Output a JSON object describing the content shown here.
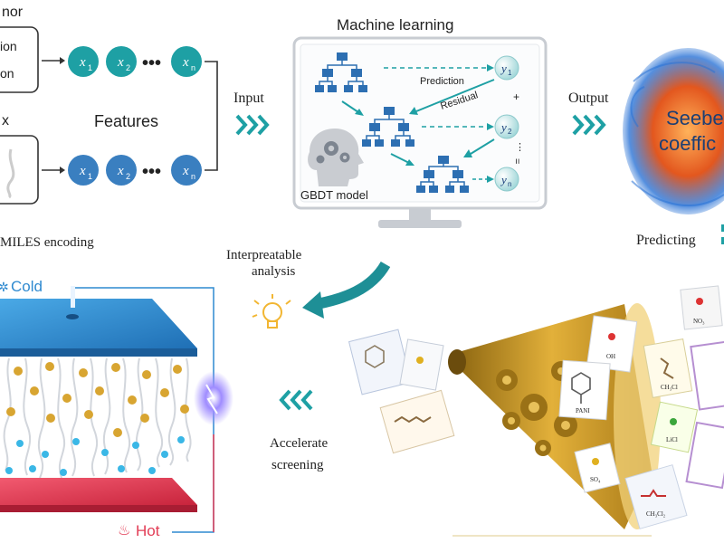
{
  "features_panel": {
    "donor_label": "nor",
    "donor_lines": [
      "ion",
      "on"
    ],
    "matrix_label": "x",
    "features_label": "Features",
    "smiles_label": "MILES encoding",
    "x1": "x",
    "x2": "x",
    "xn": "x",
    "sub1": "1",
    "sub2": "2",
    "subn": "n",
    "dots": "•••"
  },
  "arrows": {
    "input_label": "Input",
    "output_label": "Output"
  },
  "ml_panel": {
    "title": "Machine learning",
    "prediction_label": "Prediction",
    "residual_label": "Residual",
    "model_label": "GBDT model",
    "y1": "y",
    "y2": "y",
    "yn": "y",
    "sub1": "1",
    "sub2": "2",
    "subn": "n",
    "plus": "+",
    "vdots": "⋮",
    "equals": "="
  },
  "seebeck_panel": {
    "line1": "Seebe",
    "line2": "coeffic",
    "predicting_label": "Predicting"
  },
  "device_panel": {
    "cold_label": "Cold",
    "hot_label": "Hot"
  },
  "analysis": {
    "interpretable_line1": "Interpreatable",
    "interpretable_line2": "analysis",
    "accelerate_line1": "Accelerate",
    "accelerate_line2": "screening"
  },
  "screening_cards": [
    "NO₃",
    "OH",
    "CH₃Cl",
    "LiCl",
    "PANI",
    "SO₄",
    "CH₃Cl₂"
  ],
  "colors": {
    "teal": "#1ea0a4",
    "blue": "#3a7fc0",
    "gold": "#d8a531",
    "cold": "#2f8ad0",
    "hot": "#e23c55"
  }
}
